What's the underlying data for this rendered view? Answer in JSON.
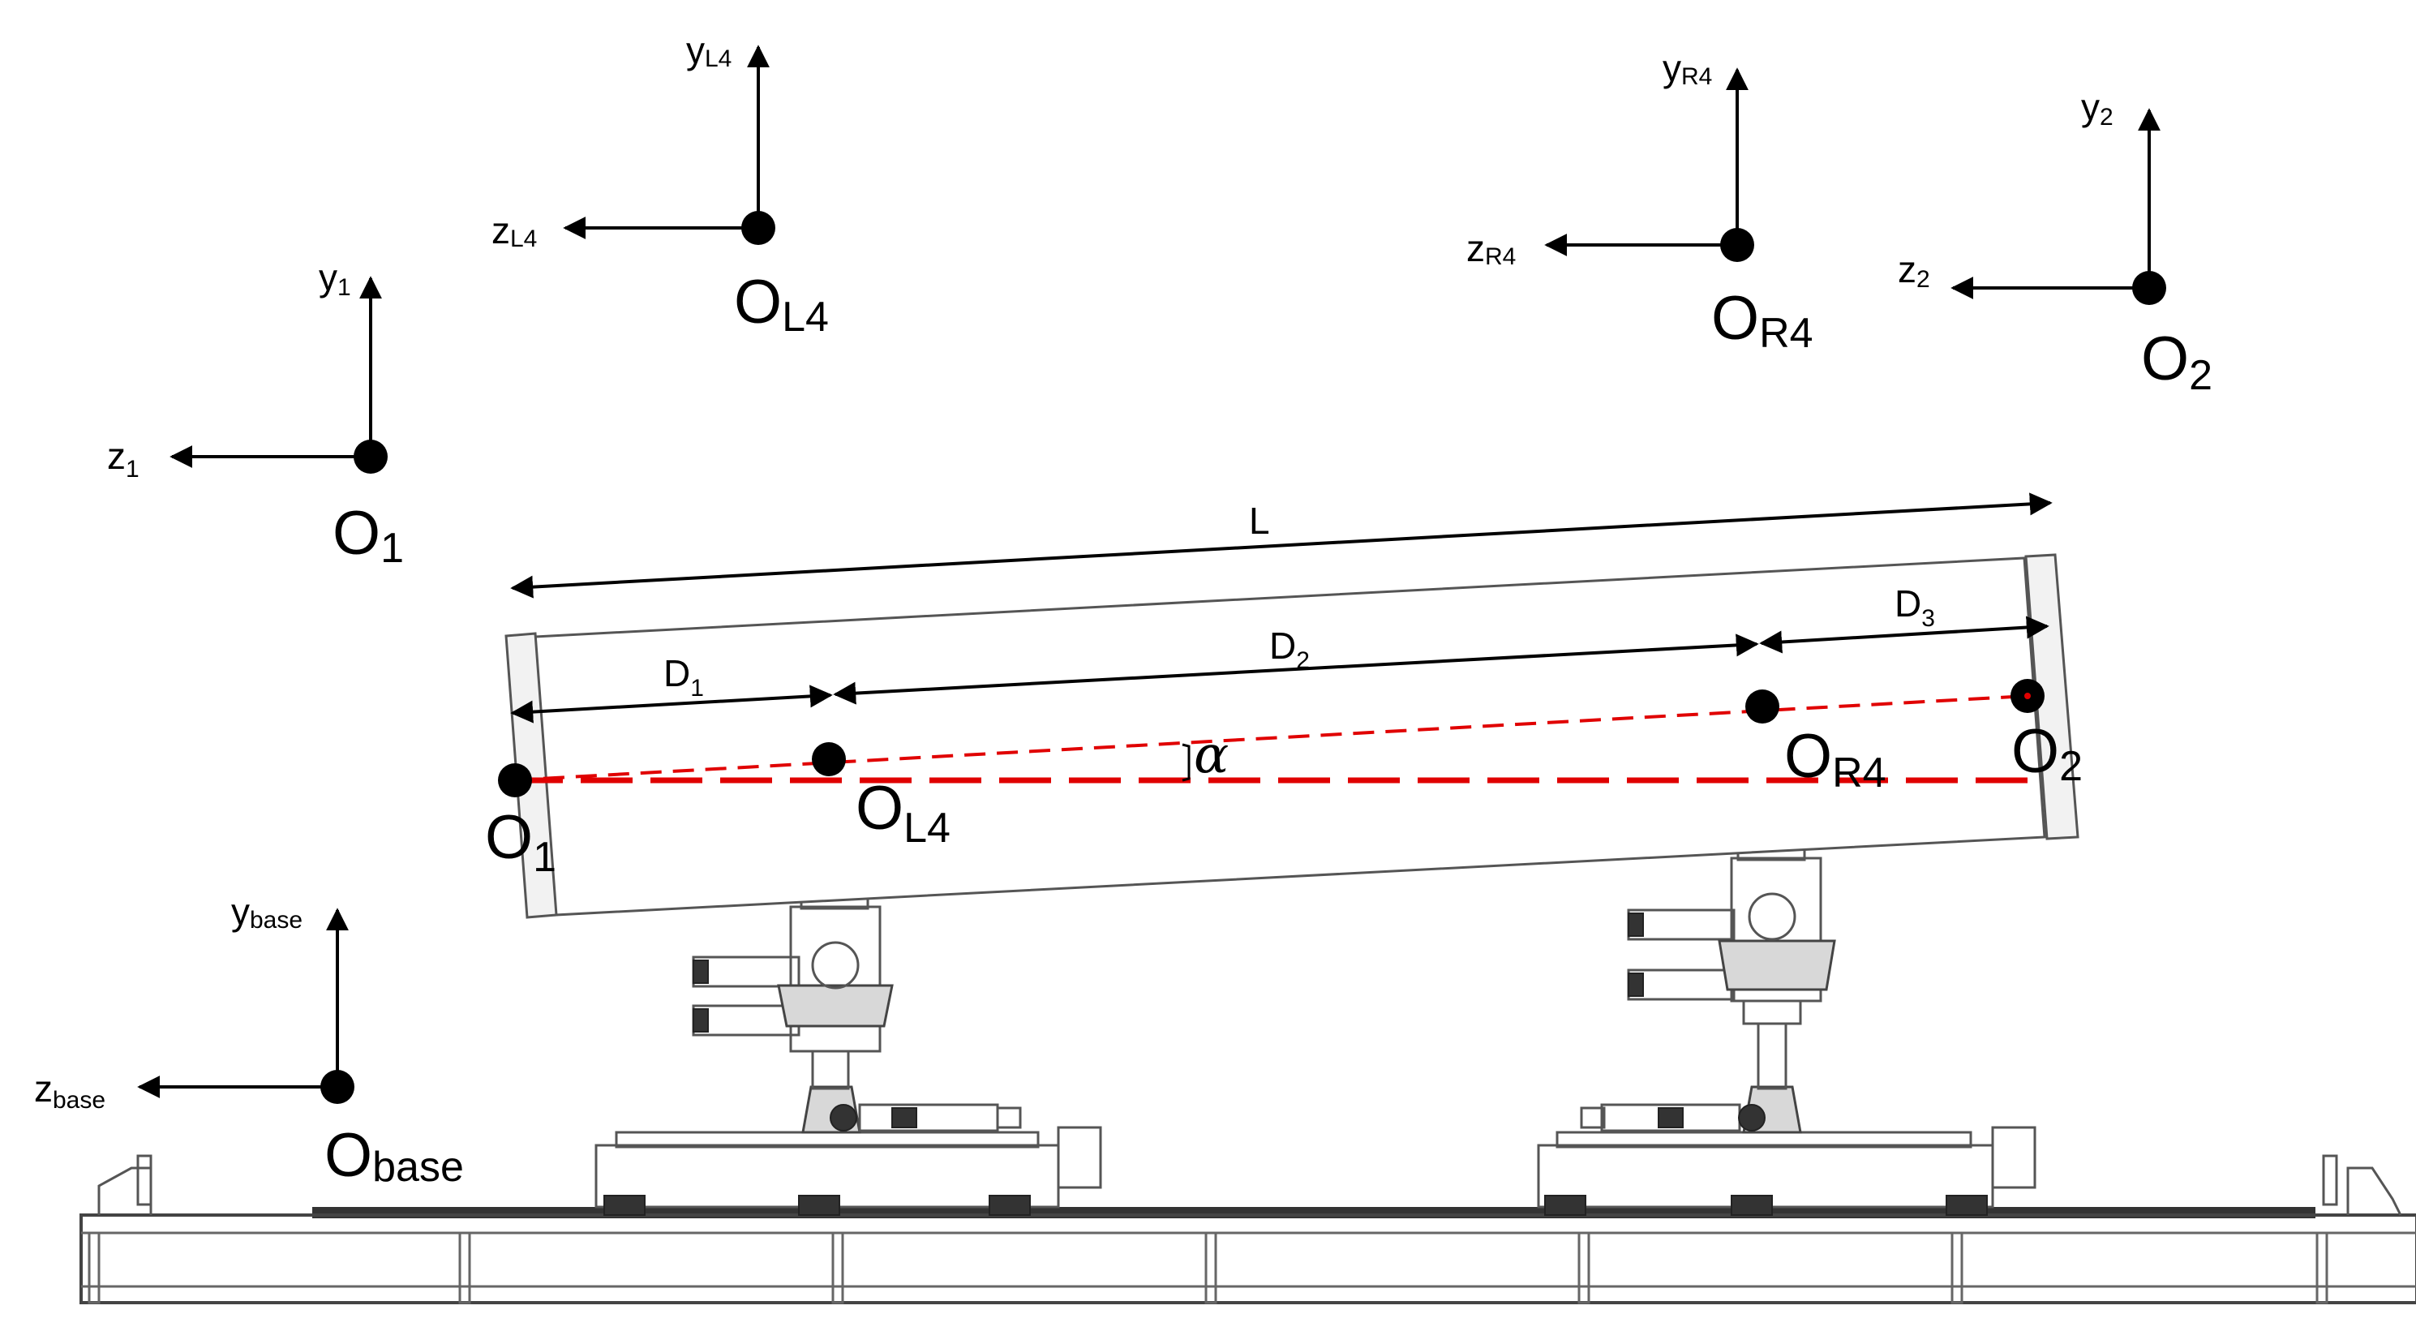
{
  "frames": {
    "base": {
      "origin": "O",
      "origin_sub": "base",
      "y": "y",
      "y_sub": "base",
      "z": "z",
      "z_sub": "base"
    },
    "f1": {
      "origin": "O",
      "origin_sub": "1",
      "y": "y",
      "y_sub": "1",
      "z": "z",
      "z_sub": "1"
    },
    "fL4": {
      "origin": "O",
      "origin_sub": "L4",
      "y": "y",
      "y_sub": "L4",
      "z": "z",
      "z_sub": "L4"
    },
    "fR4": {
      "origin": "O",
      "origin_sub": "R4",
      "y": "y",
      "y_sub": "R4",
      "z": "z",
      "z_sub": "R4"
    },
    "f2": {
      "origin": "O",
      "origin_sub": "2",
      "y": "y",
      "y_sub": "2",
      "z": "z",
      "z_sub": "2"
    }
  },
  "beam_points": {
    "o1": {
      "main": "O",
      "sub": "1"
    },
    "oL4": {
      "main": "O",
      "sub": "L4"
    },
    "oR4": {
      "main": "O",
      "sub": "R4"
    },
    "o2": {
      "main": "O",
      "sub": "2"
    }
  },
  "dimensions": {
    "L": {
      "main": "L",
      "sub": ""
    },
    "D1": {
      "main": "D",
      "sub": "1"
    },
    "D2": {
      "main": "D",
      "sub": "2"
    },
    "D3": {
      "main": "D",
      "sub": "3"
    }
  },
  "angle_label": "α",
  "colors": {
    "line": "#000000",
    "guide": "#e00000",
    "machine": "#555555"
  }
}
